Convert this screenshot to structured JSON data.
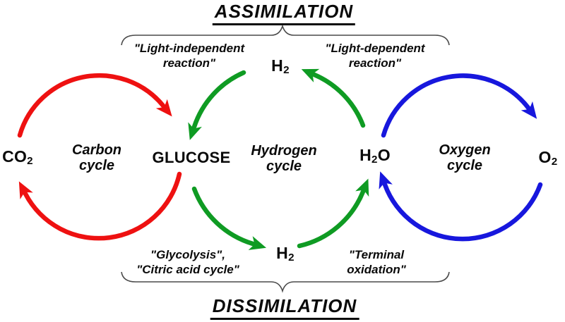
{
  "colors": {
    "carbon_red": "#ee1111",
    "hydrogen_green": "#0f9b23",
    "oxygen_blue": "#1717dd",
    "brace_gray": "#4a4a4a"
  },
  "titles": {
    "assimilation": "ASSIMILATION",
    "dissimilation": "DISSIMILATION"
  },
  "process_labels": {
    "light_independent": {
      "line1": "\"Light-independent",
      "line2": "reaction\""
    },
    "light_dependent": {
      "line1": "\"Light-dependent",
      "line2": "reaction\""
    },
    "glycolysis": {
      "line1": "\"Glycolysis\",",
      "line2": "\"Citric acid cycle\""
    },
    "terminal_oxidation": {
      "line1": "\"Terminal",
      "line2": "oxidation\""
    }
  },
  "cycle_labels": {
    "carbon": {
      "line1": "Carbon",
      "line2": "cycle"
    },
    "hydrogen": {
      "line1": "Hydrogen",
      "line2": "cycle"
    },
    "oxygen": {
      "line1": "Oxygen",
      "line2": "cycle"
    }
  },
  "molecules": {
    "co2": {
      "pre": "CO",
      "sub": "2",
      "post": ""
    },
    "glucose": {
      "pre": "GLUCOSE",
      "sub": "",
      "post": ""
    },
    "h2_top": {
      "pre": "H",
      "sub": "2",
      "post": ""
    },
    "h2_bottom": {
      "pre": "H",
      "sub": "2",
      "post": ""
    },
    "h2o": {
      "pre": "H",
      "sub": "2",
      "post": "O"
    },
    "o2": {
      "pre": "O",
      "sub": "2",
      "post": ""
    }
  }
}
